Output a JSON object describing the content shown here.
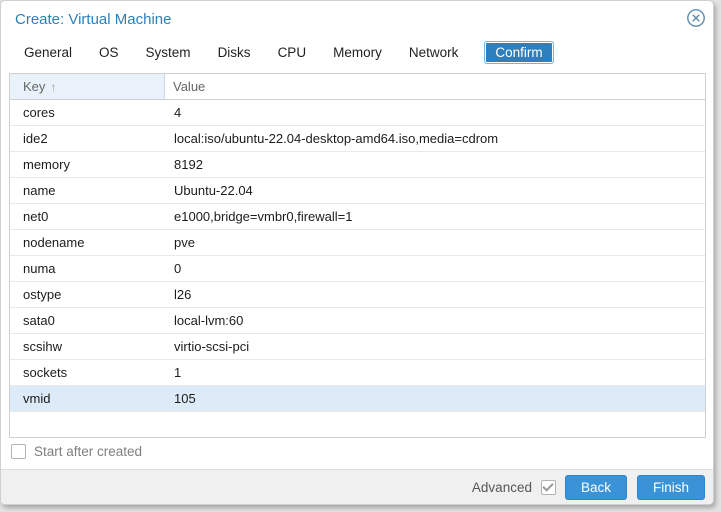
{
  "dialog": {
    "title": "Create: Virtual Machine"
  },
  "tabs": [
    {
      "label": "General",
      "active": false
    },
    {
      "label": "OS",
      "active": false
    },
    {
      "label": "System",
      "active": false
    },
    {
      "label": "Disks",
      "active": false
    },
    {
      "label": "CPU",
      "active": false
    },
    {
      "label": "Memory",
      "active": false
    },
    {
      "label": "Network",
      "active": false
    },
    {
      "label": "Confirm",
      "active": true
    }
  ],
  "table": {
    "columns": [
      {
        "label": "Key",
        "sort": "asc",
        "sort_icon": "↑"
      },
      {
        "label": "Value",
        "sort": null,
        "sort_icon": ""
      }
    ],
    "rows": [
      {
        "key": "cores",
        "value": "4"
      },
      {
        "key": "ide2",
        "value": "local:iso/ubuntu-22.04-desktop-amd64.iso,media=cdrom"
      },
      {
        "key": "memory",
        "value": "8192"
      },
      {
        "key": "name",
        "value": "Ubuntu-22.04"
      },
      {
        "key": "net0",
        "value": "e1000,bridge=vmbr0,firewall=1"
      },
      {
        "key": "nodename",
        "value": "pve"
      },
      {
        "key": "numa",
        "value": "0"
      },
      {
        "key": "ostype",
        "value": "l26"
      },
      {
        "key": "sata0",
        "value": "local-lvm:60"
      },
      {
        "key": "scsihw",
        "value": "virtio-scsi-pci"
      },
      {
        "key": "sockets",
        "value": "1"
      },
      {
        "key": "vmid",
        "value": "105"
      }
    ],
    "selected_row_key": "vmid"
  },
  "options": {
    "start_after_created": {
      "label": "Start after created",
      "checked": false
    }
  },
  "footer": {
    "advanced": {
      "label": "Advanced",
      "checked": true
    },
    "back_label": "Back",
    "finish_label": "Finish"
  },
  "colors": {
    "accent": "#3a93d6",
    "active_tab": "#2e7fbe",
    "title": "#2c80ba",
    "selected_row": "#dcebf7",
    "header_cell": "#e9f2fb",
    "footer_bg": "#f0f0f0"
  }
}
